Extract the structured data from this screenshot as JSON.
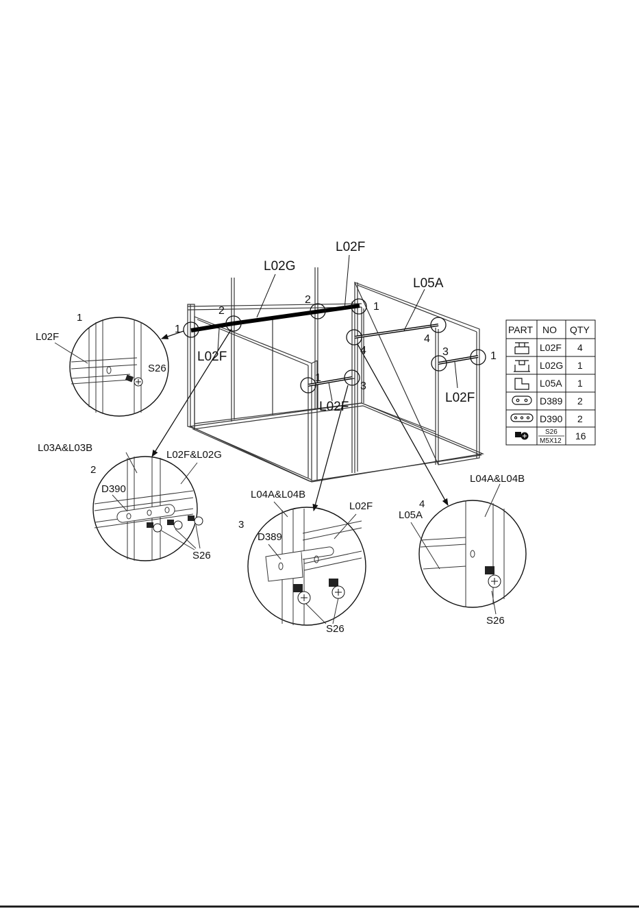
{
  "labels": {
    "top_l02f": "L02F",
    "top_l02g": "L02G",
    "top_l05a": "L05A",
    "front_l02f_left": "L02F",
    "front_l02f_center": "L02F",
    "side_l02f_right": "L02F",
    "n1_left": "1",
    "n2_left": "2",
    "n2_center": "2",
    "n1_top_right": "1",
    "n4_right_upper": "4",
    "n4_center": "4",
    "n3_right": "3",
    "n1_right": "1",
    "n1_front": "1",
    "n3_front": "3"
  },
  "detail1": {
    "num": "1",
    "part": "L02F",
    "screw": "S26"
  },
  "detail2": {
    "num": "2",
    "top_left": "L03A&L03B",
    "top_right": "L02F&L02G",
    "plate": "D390",
    "screw": "S26"
  },
  "detail3": {
    "num": "3",
    "top_left": "L04A&L04B",
    "top_right": "L02F",
    "plate": "D389",
    "screw": "S26"
  },
  "detail4": {
    "num": "4",
    "top_right": "L04A&L04B",
    "part": "L05A",
    "screw": "S26"
  },
  "parts_table": {
    "headers": [
      "PART",
      "NO",
      "QTY"
    ],
    "rows": [
      {
        "icon": "l02f-profile-icon",
        "no": "L02F",
        "qty": "4"
      },
      {
        "icon": "l02g-profile-icon",
        "no": "L02G",
        "qty": "1"
      },
      {
        "icon": "l05a-profile-icon",
        "no": "L05A",
        "qty": "1"
      },
      {
        "icon": "d389-plate-icon",
        "no": "D389",
        "qty": "2"
      },
      {
        "icon": "d390-plate-icon",
        "no": "D390",
        "qty": "2"
      },
      {
        "icon": "screw-icon",
        "no": "S26",
        "no2": "M5X12",
        "qty": "16"
      }
    ]
  }
}
